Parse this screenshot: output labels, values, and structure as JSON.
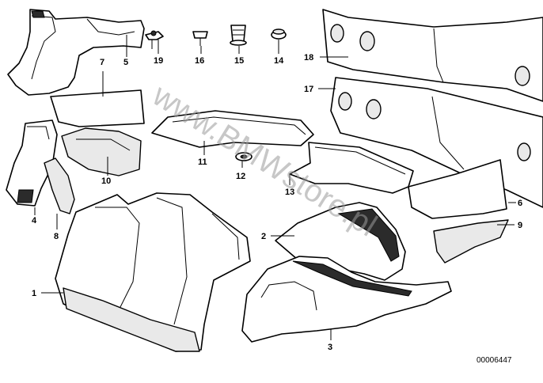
{
  "callouts": {
    "c1": "1",
    "c2": "2",
    "c3": "3",
    "c4": "4",
    "c5": "5",
    "c6": "6",
    "c7": "7",
    "c8": "8",
    "c9": "9",
    "c10": "10",
    "c11": "11",
    "c12": "12",
    "c13": "13",
    "c14": "14",
    "c15": "15",
    "c16": "16",
    "c17": "17",
    "c18": "18",
    "c19": "19"
  },
  "watermark": "www.BMWstore.pl",
  "document_number": "00006447"
}
